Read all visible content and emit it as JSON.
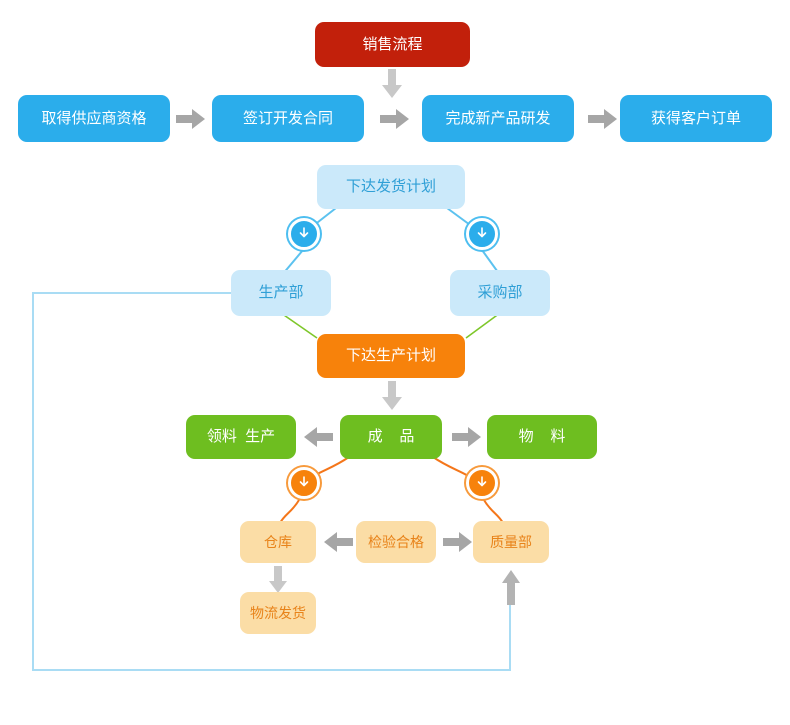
{
  "diagram": {
    "title_node": {
      "label": "销售流程",
      "color": "#c2200b"
    },
    "palette": {
      "red": "#c2200b",
      "blue": "#2badeb",
      "light_blue": "#cbe9fa",
      "orange": "#f7820b",
      "green": "#6ebe20",
      "tan": "#fbdda6",
      "tan_text": "#e8831a",
      "gray_arrow": "#a6a6a6",
      "green_line": "#7ec72a",
      "blue_line": "#9fd8f2",
      "orange_line": "#f4761a"
    },
    "rows": {
      "supplier_row": [
        {
          "label": "取得供应商资格",
          "color": "#2badeb"
        },
        {
          "label": "签订开发合同",
          "color": "#2badeb"
        },
        {
          "label": "完成新产品研发",
          "color": "#2badeb"
        },
        {
          "label": "获得客户订单",
          "color": "#2badeb"
        }
      ],
      "shipping_plan": {
        "label": "下达发货计划",
        "color": "#cbe9fa"
      },
      "departments": [
        {
          "label": "生产部",
          "color": "#cbe9fa"
        },
        {
          "label": "采购部",
          "color": "#cbe9fa"
        }
      ],
      "production_plan": {
        "label": "下达生产计划",
        "color": "#f7820b"
      },
      "green_row": [
        {
          "label": "领料  生产",
          "color": "#6ebe20"
        },
        {
          "label": "成    品",
          "color": "#6ebe20"
        },
        {
          "label": "物    料",
          "color": "#6ebe20"
        }
      ],
      "tan_row": [
        {
          "label": "仓库",
          "color": "#fbdda6"
        },
        {
          "label": "检验合格",
          "color": "#fbdda6"
        },
        {
          "label": "质量部",
          "color": "#fbdda6"
        }
      ],
      "logistics": {
        "label": "物流发货",
        "color": "#fbdda6"
      }
    },
    "badges": [
      {
        "name": "clock-badge-production",
        "color": "#2badeb"
      },
      {
        "name": "clock-badge-purchasing",
        "color": "#2badeb"
      },
      {
        "name": "clock-badge-warehouse",
        "color": "#f7820b"
      },
      {
        "name": "clock-badge-quality",
        "color": "#f7820b"
      }
    ],
    "connectors": {
      "arrow_supplier_1": "arrow-right-icon",
      "arrow_supplier_2": "arrow-right-icon",
      "arrow_supplier_3": "arrow-right-icon",
      "arrow_title_down": "arrow-down-icon",
      "arrow_prodplan_down": "arrow-down-icon",
      "arrow_green_left": "arrow-left-icon",
      "arrow_green_right": "arrow-right-icon",
      "arrow_tan_left": "arrow-left-icon",
      "arrow_tan_right": "arrow-right-icon",
      "arrow_warehouse_down": "arrow-down-icon",
      "arrow_feedback_up": "arrow-up-icon"
    }
  }
}
